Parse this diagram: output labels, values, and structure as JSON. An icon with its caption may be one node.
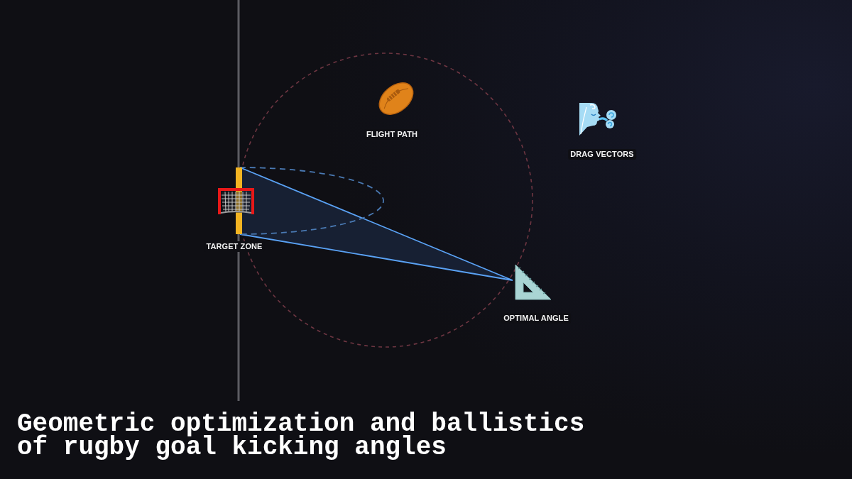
{
  "diagram": {
    "title": "Geometric optimization and ballistics of rugby goal kicking angles",
    "labels": [
      "FLIGHT PATH",
      "DRAG VECTORS",
      "TARGET ZONE",
      "OPTIMAL ANGLE"
    ]
  }
}
